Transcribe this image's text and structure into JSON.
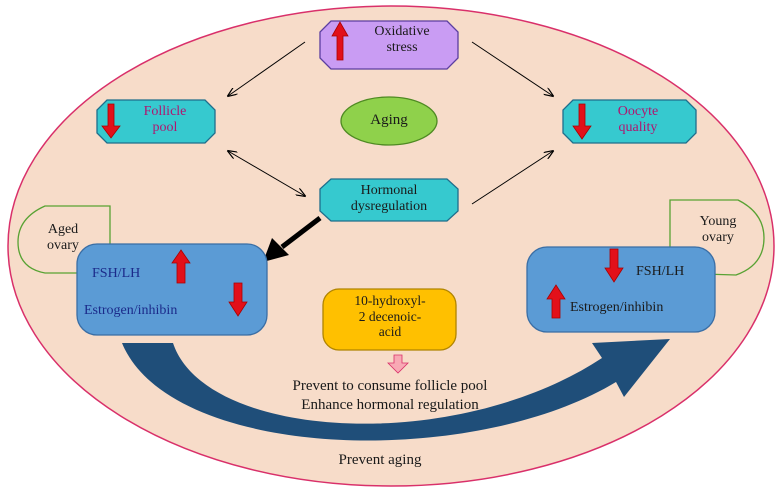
{
  "colors": {
    "background_oval_fill": "#f7dcc9",
    "background_oval_stroke": "#d9306a",
    "octagon_fill": "#36c9cf",
    "oxidative_fill": "#c99cf3",
    "aging_fill": "#8fd14b",
    "hormone_box_fill": "#5b9bd5",
    "decenoic_fill": "#ffc000",
    "big_arrow_fill": "#1f4e79",
    "red_arrow": "#e2101a",
    "pink_arrow": "#f8a9b4",
    "magenta_text": "#b0156f",
    "navy_text": "#1b2a8a"
  },
  "nodes": {
    "oxidative_stress": "Oxidative\nstress",
    "follicle_pool": "Follicle\npool",
    "aging": "Aging",
    "oocyte_quality": "Oocyte\nquality",
    "hormonal_dysregulation": "Hormonal\ndysregulation",
    "aged_ovary": "Aged\novary",
    "young_ovary": "Young\novary",
    "aged_fsh_lh": "FSH/LH",
    "aged_estrogen": "Estrogen/inhibin",
    "young_fsh_lh": "FSH/LH",
    "young_estrogen": "Estrogen/inhibin",
    "decenoic_acid": "10-hydroxyl-\n2 decenoic-\nacid",
    "effects_line1": "Prevent to consume follicle pool",
    "effects_line2": "Enhance hormonal regulation",
    "prevent_aging": "Prevent aging"
  },
  "icons": {
    "oxidative_stress": "red-arrow-up",
    "follicle_pool": "red-arrow-down",
    "oocyte_quality": "red-arrow-down",
    "aged_fsh_lh": "red-arrow-up",
    "aged_estrogen": "red-arrow-down",
    "young_fsh_lh": "red-arrow-down",
    "young_estrogen": "red-arrow-up",
    "decenoic_acid": "pink-arrow-down"
  }
}
